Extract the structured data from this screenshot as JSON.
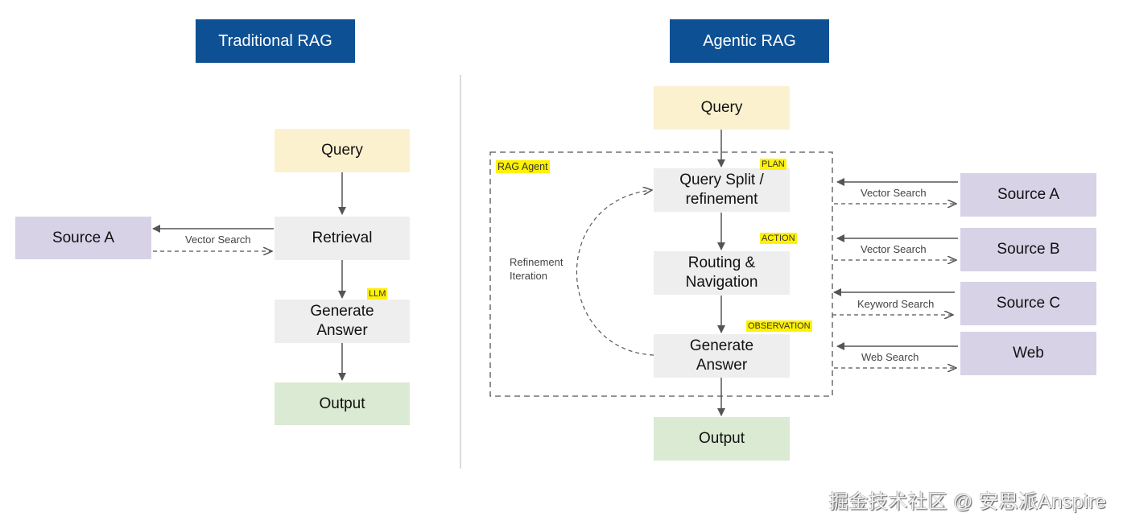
{
  "traditional": {
    "title": "Traditional RAG",
    "nodes": {
      "query": "Query",
      "retrieval": "Retrieval",
      "generate": "Generate Answer",
      "output": "Output",
      "source_a": "Source A"
    },
    "edge_labels": {
      "vector_search": "Vector Search"
    },
    "tags": {
      "llm": "LLM"
    }
  },
  "agentic": {
    "title": "Agentic RAG",
    "container_label": "RAG Agent",
    "loop_label": "Refinement Iteration",
    "nodes": {
      "query": "Query",
      "split": "Query Split / refinement",
      "routing": "Routing & Navigation",
      "generate": "Generate Answer",
      "output": "Output"
    },
    "tags": {
      "plan": "PLAN",
      "action": "ACTION",
      "observation": "OBSERVATION"
    },
    "sources": [
      {
        "name": "Source A",
        "edge_label": "Vector Search"
      },
      {
        "name": "Source B",
        "edge_label": "Vector Search"
      },
      {
        "name": "Source C",
        "edge_label": "Keyword Search"
      },
      {
        "name": "Web",
        "edge_label": "Web Search"
      }
    ]
  },
  "watermark": "掘金技术社区 @ 安思派Anspire"
}
